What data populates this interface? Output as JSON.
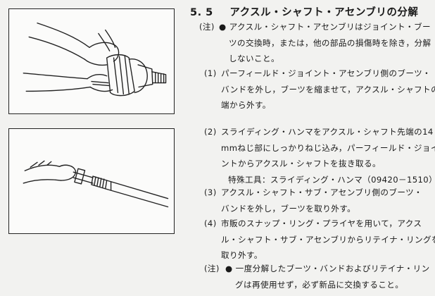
{
  "section": {
    "number": "5. 5",
    "title": "アクスル・シャフト・アセンブリの分解"
  },
  "notes": {
    "note1": {
      "label": "(注)",
      "lines": [
        "● アクスル・シャフト・アセンブリはジョイント・ブー",
        "ツの交換時，または，他の部品の損傷時を除き，分解",
        "しないこと。"
      ]
    },
    "step1": {
      "label": "(1)",
      "lines": [
        "パーフィールド・ジョイント・アセンブリ側のブーツ・",
        "バンドを外し，ブーツを縮ませて，アクスル・シャフトの",
        "端から外す。"
      ]
    },
    "step2": {
      "label": "(2)",
      "lines": [
        "スライディング・ハンマをアクスル・シャフト先端の14",
        "mmねじ部にしっかりねじ込み，パーフィールド・ジョイ",
        "ントからアクスル・シャフトを抜き取る。",
        "特殊工具：スライディング・ハンマ（09420－1510）"
      ]
    },
    "step3": {
      "label": "(3)",
      "lines": [
        "アクスル・シャフト・サブ・アセンブリ側のブーツ・",
        "バンドを外し，ブーツを取り外す。"
      ]
    },
    "step4": {
      "label": "(4)",
      "lines": [
        "市販のスナップ・リング・プライヤを用いて，アクス",
        "ル・シャフト・サブ・アセンブリからリテイナ・リングを",
        "取り外す。"
      ]
    },
    "note2": {
      "label": "(注)",
      "lines": [
        "● 一度分解したブーツ・バンドおよびリテイナ・リン",
        "グは再使用せず，必ず新品に交換すること。"
      ]
    }
  }
}
